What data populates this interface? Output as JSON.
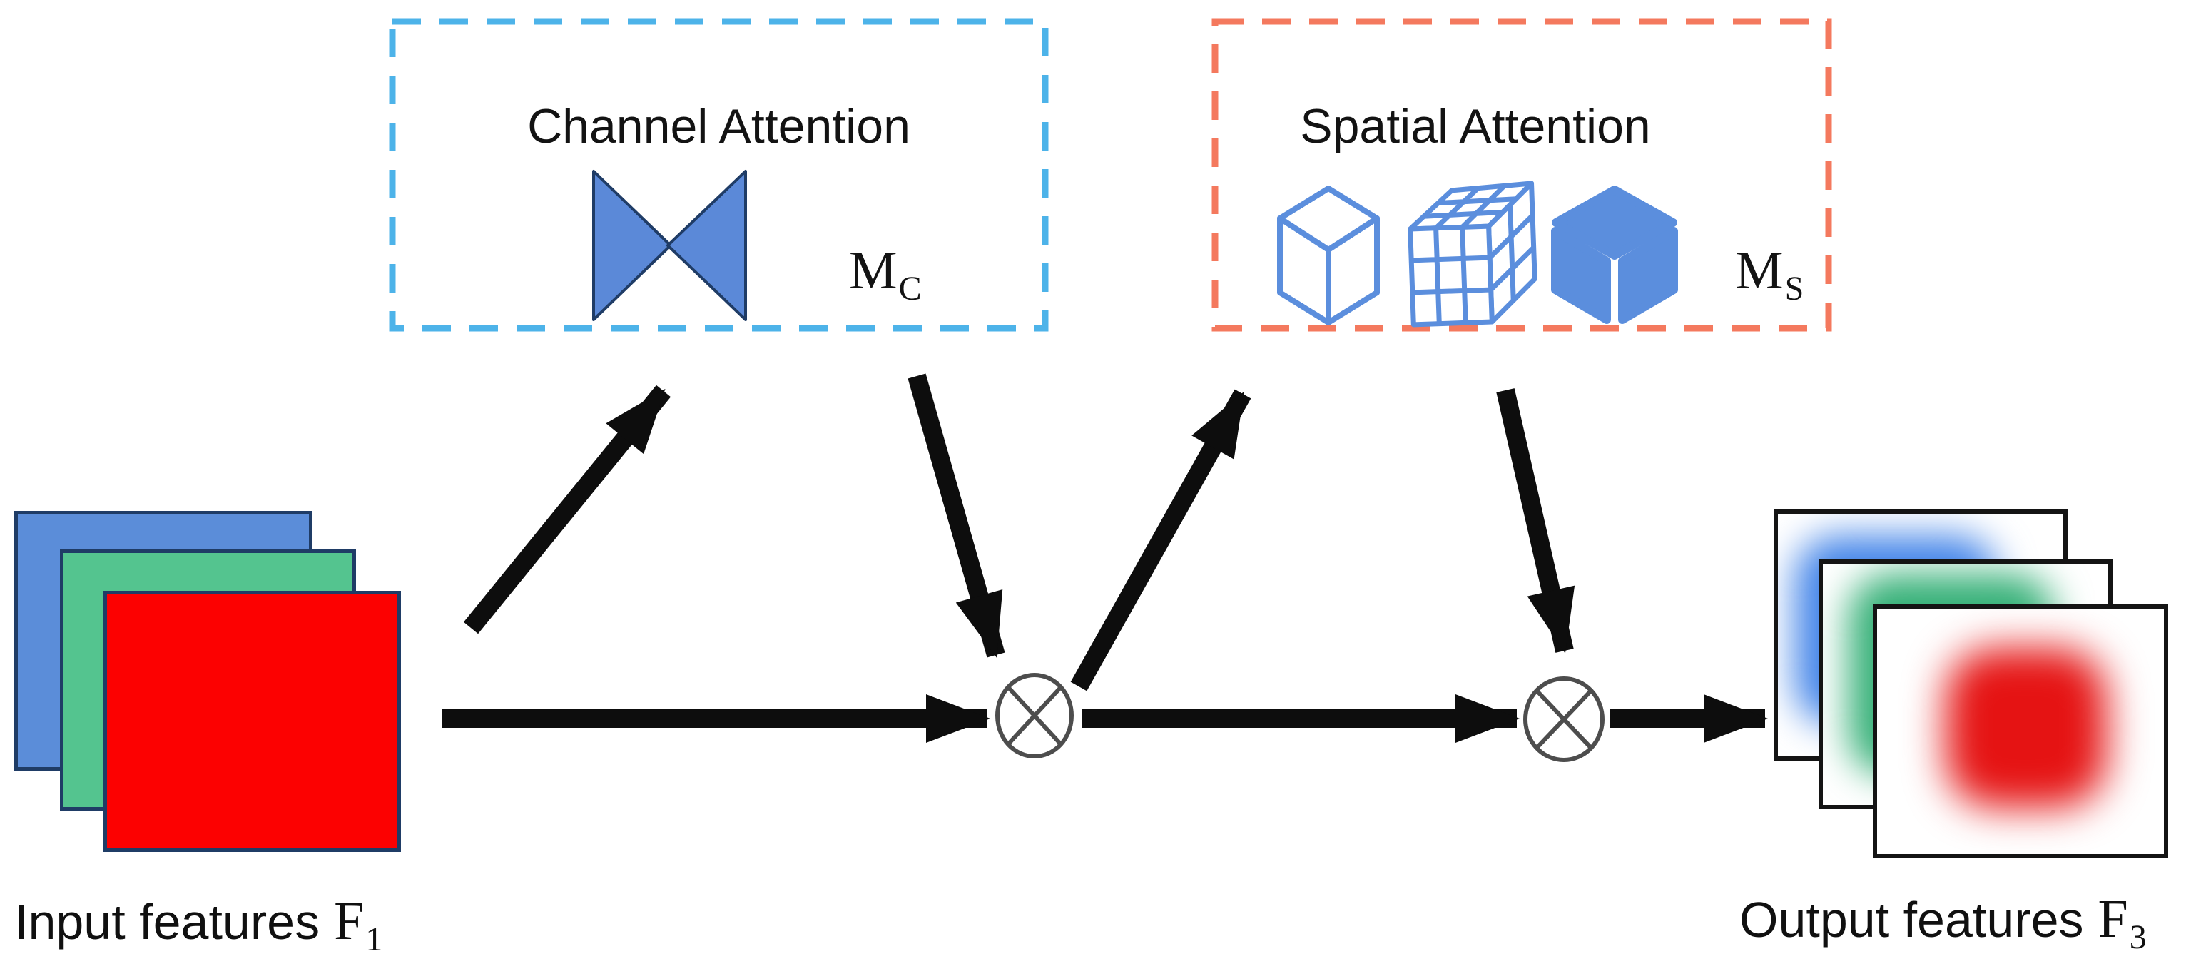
{
  "channel_attention": {
    "title": "Channel Attention",
    "mask_label": {
      "main": "M",
      "sub": "C"
    },
    "icon": "bowtie-pooling-icon",
    "border_color": "#4db3e9"
  },
  "spatial_attention": {
    "title": "Spatial Attention",
    "mask_label": {
      "main": "M",
      "sub": "S"
    },
    "icons": [
      "wireframe-cube-icon",
      "grid-cube-icon",
      "solid-cube-icon"
    ],
    "border_color": "#f4795e"
  },
  "input_features": {
    "label": "Input features",
    "symbol": "F",
    "symbol_sub": "1",
    "layer_colors": [
      "#5b8dd9",
      "#54c48f",
      "#fc0101"
    ]
  },
  "output_features": {
    "label": "Output features",
    "symbol": "F",
    "symbol_sub": "3",
    "blob_colors": [
      "#4183e8",
      "#35b077",
      "#e51313"
    ]
  },
  "operators": {
    "elementwise_multiply_symbol": "⊗",
    "count": 2
  },
  "palette": {
    "shape_blue": "#5b89d8",
    "outline_navy": "#1f3c66",
    "arrow_black": "#0d0d0d",
    "operator_gray": "#4d4d4d"
  }
}
